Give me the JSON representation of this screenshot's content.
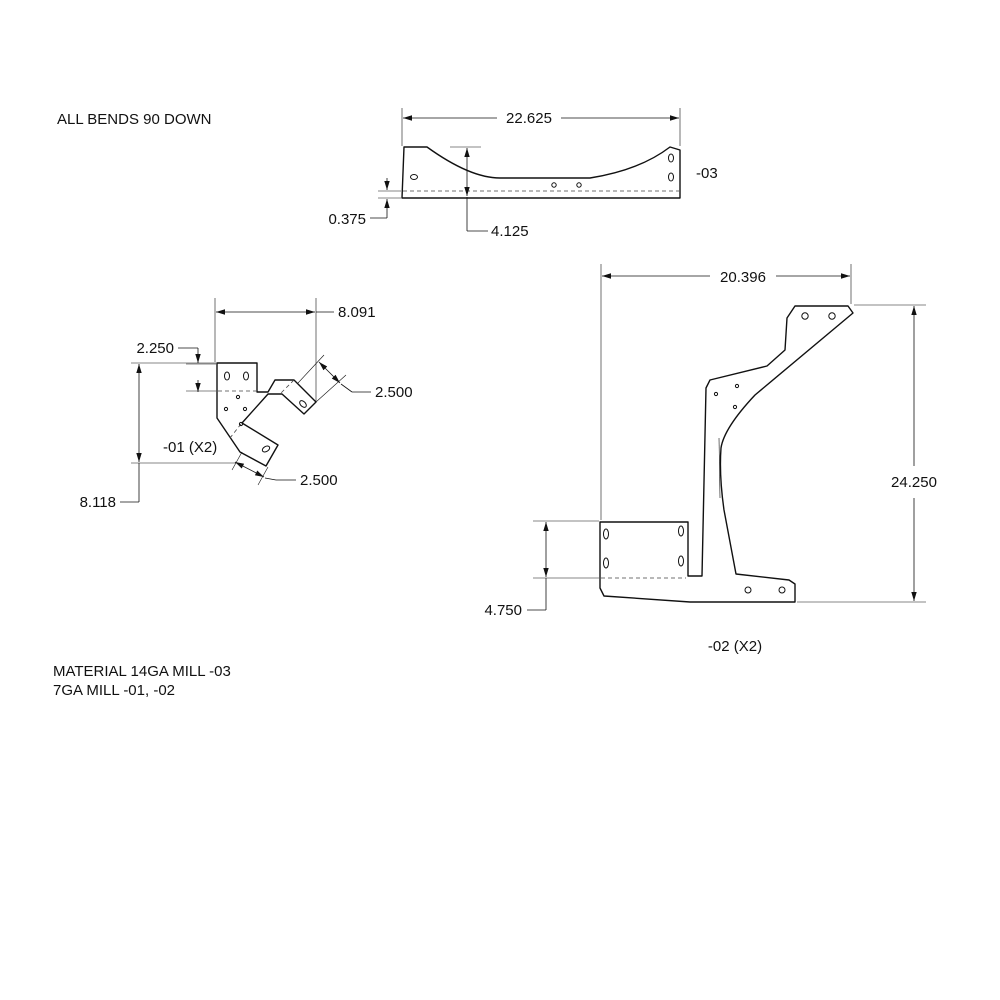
{
  "notes": {
    "bends": "ALL BENDS 90 DOWN",
    "material_line1": "MATERIAL 14GA MILL -03",
    "material_line2": "7GA MILL -01, -02"
  },
  "parts": {
    "p03": {
      "label": "-03",
      "dims": {
        "width": "22.625",
        "height": "4.125",
        "flange": "0.375"
      }
    },
    "p01": {
      "label": "-01 (X2)",
      "dims": {
        "width": "8.091",
        "top_flange": "2.250",
        "height": "8.118",
        "tab_angled": "2.500",
        "tab_lower": "2.500"
      }
    },
    "p02": {
      "label": "-02 (X2)",
      "dims": {
        "width": "20.396",
        "height": "24.250",
        "base": "4.750"
      }
    }
  }
}
